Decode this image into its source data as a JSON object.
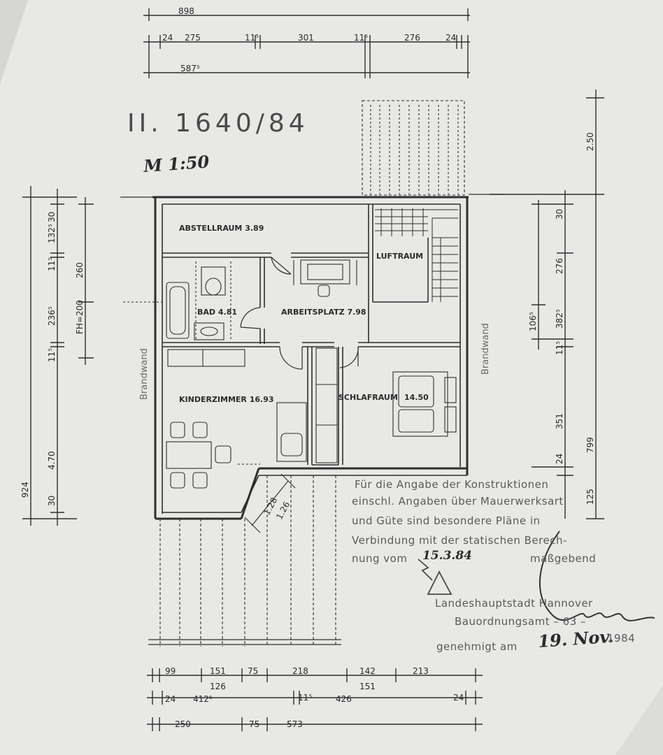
{
  "drawing": {
    "reference": "II. 1640/84",
    "scale_note": "M 1:50"
  },
  "rooms": {
    "abstellraum": "ABSTELLRAUM 3.89",
    "luftraum": "LUFTRAUM",
    "bad": "BAD 4.81",
    "arbeitsplatz": "ARBEITSPLATZ 7.98",
    "kinderzimmer": "KINDERZIMMER 16.93",
    "schlafraum": "SCHLAFRAUM",
    "schlafraum_area": "14.50"
  },
  "walls": {
    "left": "Brandwand",
    "right": "Brandwand"
  },
  "dimensions": {
    "top": {
      "overall": "898",
      "row2": [
        "24",
        "275",
        "11⁵",
        "301",
        "11⁵",
        "276",
        "24"
      ],
      "row3": "587⁵"
    },
    "left": {
      "segments": [
        "30",
        "132⁵",
        "11⁵",
        "236⁵",
        "11⁵",
        "4.70",
        "30"
      ],
      "overall": "924",
      "inner_a": "260",
      "inner_b": "FH=200"
    },
    "right": {
      "top": "2.50",
      "segments": [
        "30",
        "276",
        "106⁵",
        "382⁵",
        "11⁵",
        "351",
        "24",
        "125"
      ],
      "overall": "799"
    },
    "bottom": {
      "row1": [
        "99",
        "151",
        "75",
        "218",
        "142",
        "213"
      ],
      "row1_sub": [
        "126",
        "151"
      ],
      "row2": [
        "24",
        "412⁵",
        "11⁵",
        "426",
        "24"
      ],
      "row3": [
        "250",
        "75",
        "573"
      ]
    },
    "stair_diag": [
      "1.28",
      "1.26"
    ]
  },
  "stamp": {
    "line1": "Für die Angabe der Konstruktionen",
    "line2": "einschl. Angaben über Mauerwerksart",
    "line3": "und Güte sind besondere Pläne in",
    "line4": "Verbindung mit der statischen Berech-",
    "line5_a": "nung vom",
    "line5_date": "15.3.84",
    "line5_b": "maßgebend",
    "authority": "Landeshauptstadt Hannover",
    "office": "Bauordnungsamt – 63 –",
    "approved_label": "genehmigt am",
    "approved_date": "19. Nov.",
    "approved_year": "1984"
  }
}
